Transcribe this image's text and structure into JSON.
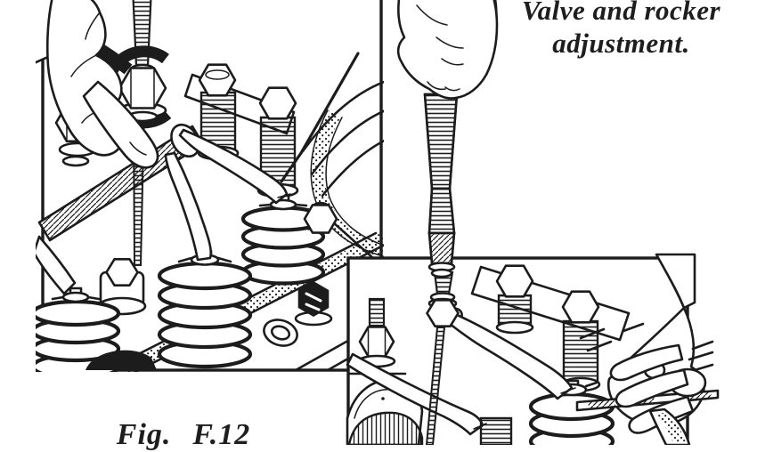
{
  "figure": {
    "title": {
      "line1": "Valve and rocker",
      "line2": "adjustment."
    },
    "caption": {
      "label": "Fig.",
      "number": "F.12"
    }
  },
  "style": {
    "ink_color": "#1c1c1c",
    "paper_color": "#ffffff"
  }
}
